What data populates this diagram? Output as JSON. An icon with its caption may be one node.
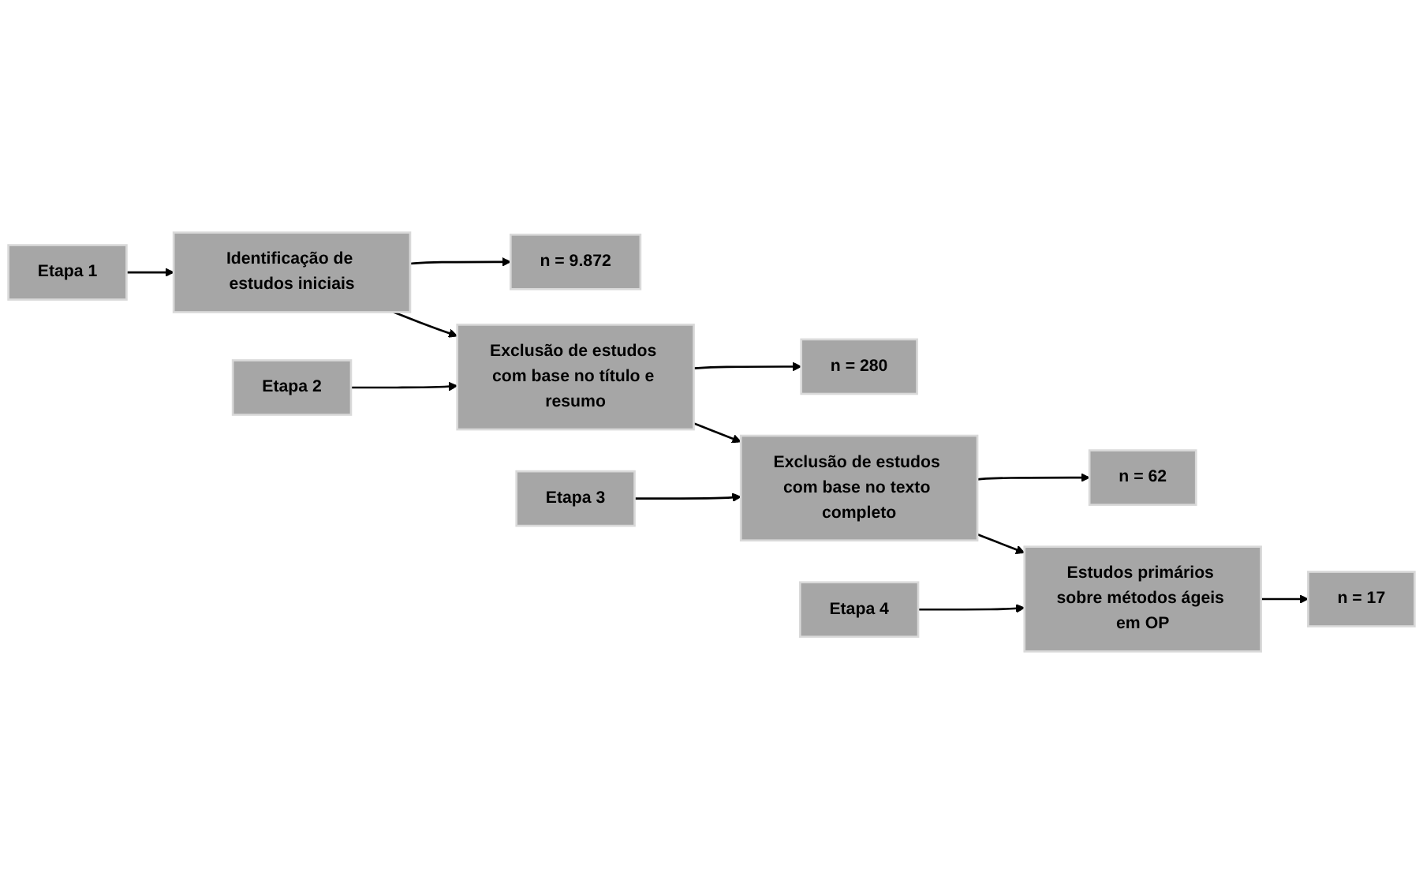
{
  "diagram": {
    "nodes": [
      {
        "text": [
          "Etapa 1"
        ]
      },
      {
        "text": [
          "Identificação de estudos iniciais"
        ]
      },
      {
        "text": [
          "n = 9.872"
        ]
      },
      {
        "text": [
          "Etapa 2"
        ]
      },
      {
        "text": [
          "Exclusão de estudos com base no título e resumo"
        ]
      },
      {
        "text": [
          "n = 280"
        ]
      },
      {
        "text": [
          "Etapa 3"
        ]
      },
      {
        "text": [
          "Exclusão de estudos com base no texto completo"
        ]
      },
      {
        "text": [
          "n = 62"
        ]
      },
      {
        "text": [
          "Etapa 4"
        ]
      },
      {
        "text": [
          "Estudos primários sobre métodos ágeis em OP"
        ]
      },
      {
        "text": [
          "n = 17"
        ]
      }
    ],
    "edges": [
      {
        "from": 0,
        "to": 1,
        "arrow": "to"
      },
      {
        "from": 1,
        "to": 2,
        "arrow": "to"
      },
      {
        "from": 1,
        "to": 4,
        "arrow": "to"
      },
      {
        "from": 3,
        "to": 4,
        "arrow": "to"
      },
      {
        "from": 4,
        "to": 5,
        "arrow": "to"
      },
      {
        "from": 4,
        "to": 7,
        "arrow": "to"
      },
      {
        "from": 6,
        "to": 7,
        "arrow": "to"
      },
      {
        "from": 7,
        "to": 8,
        "arrow": "to"
      },
      {
        "from": 7,
        "to": 10,
        "arrow": "to"
      },
      {
        "from": 9,
        "to": 10,
        "arrow": "to"
      },
      {
        "from": 10,
        "to": 11,
        "arrow": "to"
      }
    ]
  }
}
